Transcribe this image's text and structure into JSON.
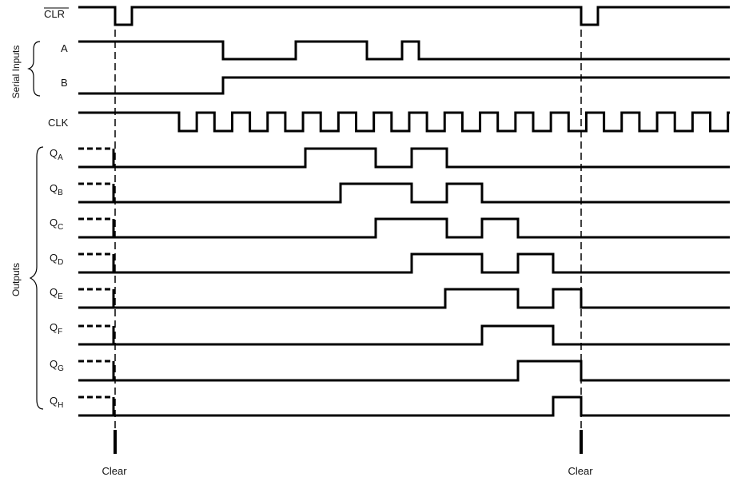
{
  "signals": {
    "clr": "CLR",
    "a": "A",
    "b": "B",
    "clk": "CLK",
    "outputs": [
      {
        "main": "Q",
        "sub": "A"
      },
      {
        "main": "Q",
        "sub": "B"
      },
      {
        "main": "Q",
        "sub": "C"
      },
      {
        "main": "Q",
        "sub": "D"
      },
      {
        "main": "Q",
        "sub": "E"
      },
      {
        "main": "Q",
        "sub": "F"
      },
      {
        "main": "Q",
        "sub": "G"
      },
      {
        "main": "Q",
        "sub": "H"
      }
    ]
  },
  "groups": {
    "serial_inputs": "Serial Inputs",
    "outputs": "Outputs"
  },
  "markers": {
    "clear_left": "Clear",
    "clear_right": "Clear"
  }
}
